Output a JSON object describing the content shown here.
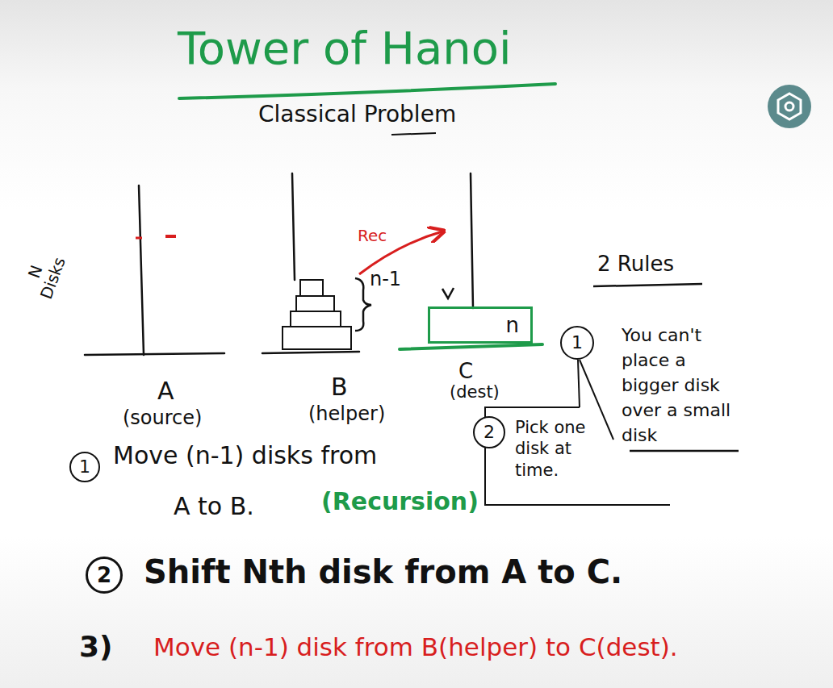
{
  "diagram": {
    "title": "Tower of Hanoi",
    "nodes": [
      {
        "text": [
          "n"
        ]
      },
      {
        "text": [
          "1"
        ]
      },
      {
        "text": [
          "2"
        ]
      },
      {
        "text": [
          "Pick one disk at time."
        ]
      },
      {
        "text": [
          "1"
        ]
      },
      {
        "text": [
          "2"
        ]
      }
    ],
    "labels": [
      "Classical Problem",
      "N Disks",
      "Rec",
      "n-1",
      "A",
      "(source)",
      "B",
      "(helper)",
      "C",
      "(dest)",
      "2 Rules",
      "You can't place a bigger disk over a small disk",
      "Move (n-1) disks from",
      "A to B.",
      "(Recursion)",
      "Shift Nth disk from A to C.",
      "3)",
      "Move (n-1) disk from B(helper) to C(dest)."
    ]
  }
}
